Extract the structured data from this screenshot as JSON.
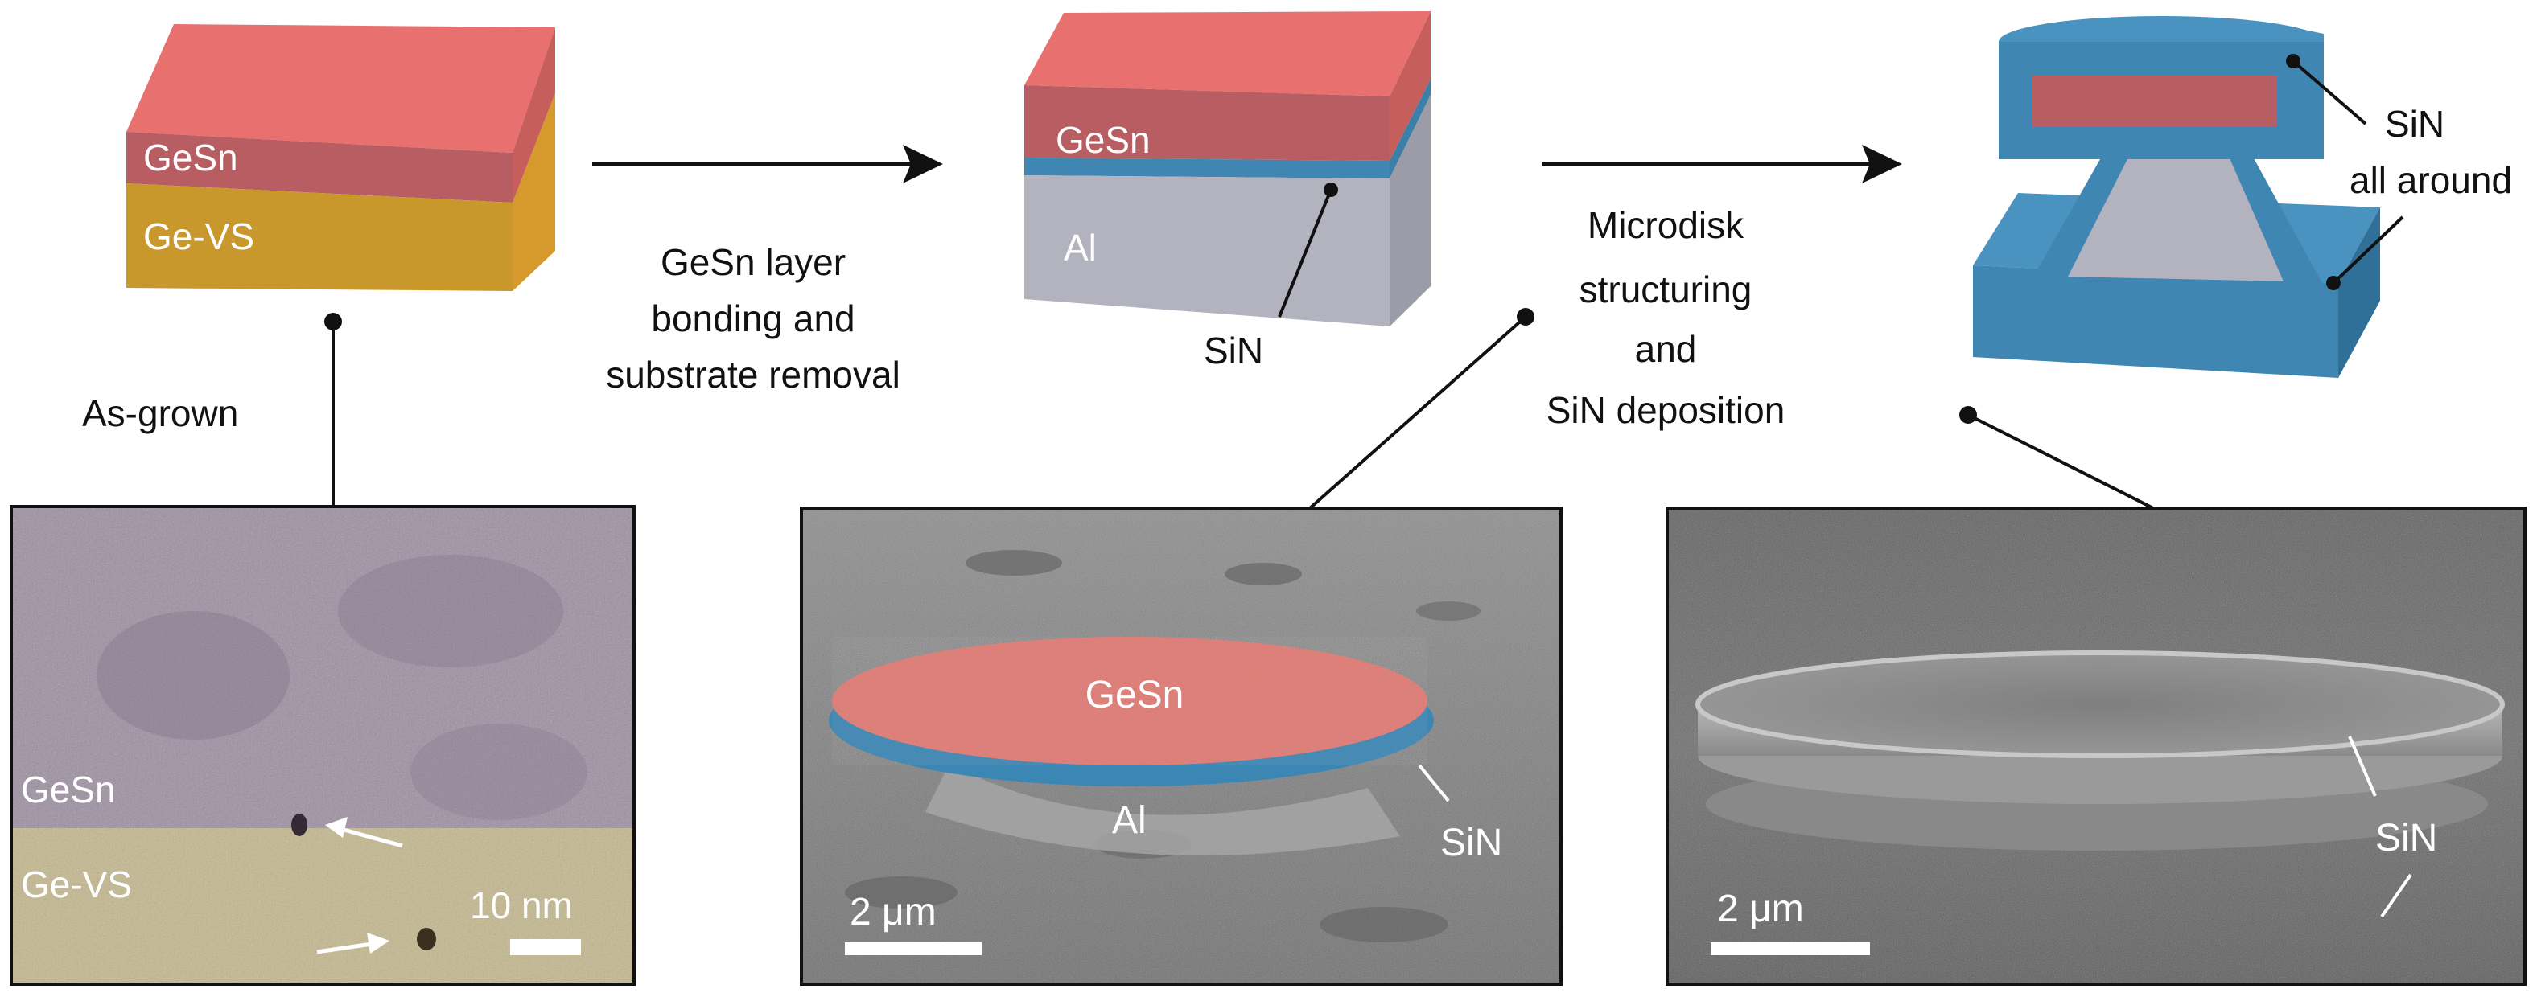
{
  "diagram": {
    "block1": {
      "top_label": "GeSn",
      "bottom_label": "Ge-VS"
    },
    "block2": {
      "top_label": "GeSn",
      "bottom_label": "Al",
      "callout": "SiN"
    },
    "block3": {
      "callout_line1": "SiN",
      "callout_line2": "all around"
    },
    "step1_lines": [
      "GeSn layer",
      "bonding and",
      "substrate removal"
    ],
    "step2_lines": [
      "Microdisk",
      "structuring",
      "and",
      "SiN deposition"
    ],
    "as_grown": "As-grown"
  },
  "panels": {
    "tem": {
      "label_top": "GeSn",
      "label_bottom": "Ge-VS",
      "scale": "10 nm"
    },
    "sem1": {
      "disk": "GeSn",
      "base": "Al",
      "film": "SiN",
      "scale": "2 μm"
    },
    "sem2": {
      "film": "SiN",
      "scale": "2 μm"
    }
  },
  "colors": {
    "gesn": "#e66e6c",
    "gesn_side": "#c55858",
    "gevs": "#d89a2e",
    "al": "#b3b3bf",
    "sin": "#3c86b4"
  }
}
